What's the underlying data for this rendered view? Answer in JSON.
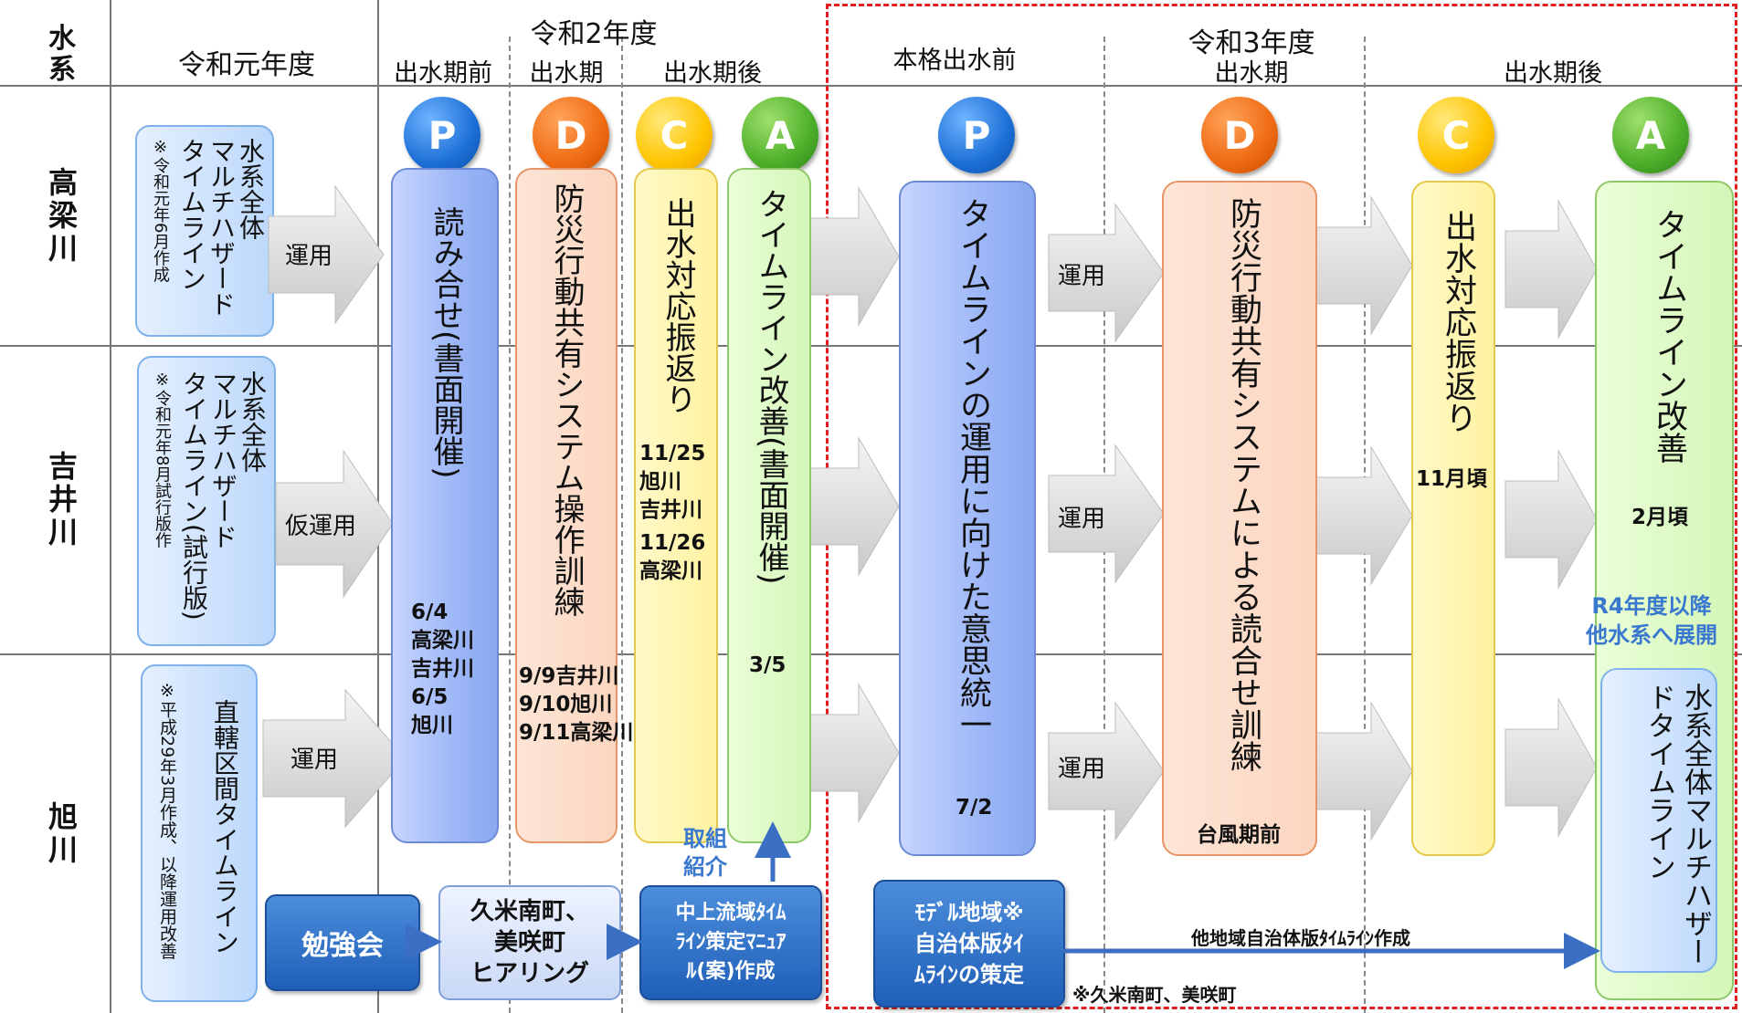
{
  "header": {
    "suikei": "水系",
    "r1": "令和元年度",
    "r2": "令和2年度",
    "r2_before": "出水期前",
    "r2_during": "出水期",
    "r2_after": "出水期後",
    "r3": "令和3年度",
    "r3_before": "本格出水前",
    "r3_during": "出水期",
    "r3_after": "出水期後"
  },
  "rows": {
    "takahashi": "高梁川",
    "yoshii": "吉井川",
    "asahi": "旭川"
  },
  "r1_boxes": {
    "takahashi_title": "水系全体\nマルチハザード\nタイムライン",
    "takahashi_note": "※令和元年6月作成",
    "yoshii_title": "水系全体\nマルチハザード\nタイムライン(試行版)",
    "yoshii_note": "※令和元年8月試行版作",
    "asahi_title": "直轄区間タイムライン",
    "asahi_note": "※平成29年3月作成、以降運用改善"
  },
  "arrow_labels": {
    "takahashi_r1": "運用",
    "yoshii_r1": "仮運用",
    "asahi_r1": "運用",
    "takahashi_r3": "運用",
    "yoshii_r3": "運用",
    "asahi_r3": "運用"
  },
  "pdca": {
    "p": "P",
    "d": "D",
    "c": "C",
    "a": "A"
  },
  "r2_bars": {
    "p": "読み合せ(書面開催)",
    "d": "防災行動共有システム操作訓練",
    "c": "出水対応振返り",
    "a": "タイムライン改善(書面開催)"
  },
  "r2_notes": {
    "p": "6/4\n高梁川\n吉井川\n6/5\n旭川",
    "d": "9/9吉井川\n9/10旭川\n9/11高梁川",
    "c1": "11/25\n旭川\n吉井川",
    "c2": "11/26\n高梁川",
    "a": "3/5"
  },
  "r3_bars": {
    "p": "タイムラインの運用に向けた意思統一",
    "d": "防災行動共有システムによる読合せ訓練",
    "c": "出水対応振返り",
    "a": "タイムライン改善",
    "a2": "水系全体マルチハザードタイムライン"
  },
  "r3_notes": {
    "p": "7/2",
    "d": "台風期前",
    "c": "11月頃",
    "a": "2月頃",
    "expand": "R4年度以降\n他水系へ展開"
  },
  "bottom": {
    "study": "勉強会",
    "hearing": "久米南町、\n美咲町\nヒアリング",
    "manual": "中上流域ﾀｲﾑ\nﾗｲﾝ策定ﾏﾆｭｱ\nﾙ(案)作成",
    "intro": "取組\n紹介",
    "model": "ﾓﾃﾞﾙ地域※\n自治体版ﾀｲ\nﾑﾗｲﾝの策定",
    "other": "他地域自治体版ﾀｲﾑﾗｲﾝ作成",
    "footnote": "※久米南町、美咲町"
  },
  "colors": {
    "p": "#1c6fd6",
    "d": "#ef6a12",
    "c": "#ffc400",
    "a": "#4cae2a",
    "highlight_border": "#e02020",
    "navy_box": "#1f5fb8",
    "expand_text": "#3a78d0"
  }
}
